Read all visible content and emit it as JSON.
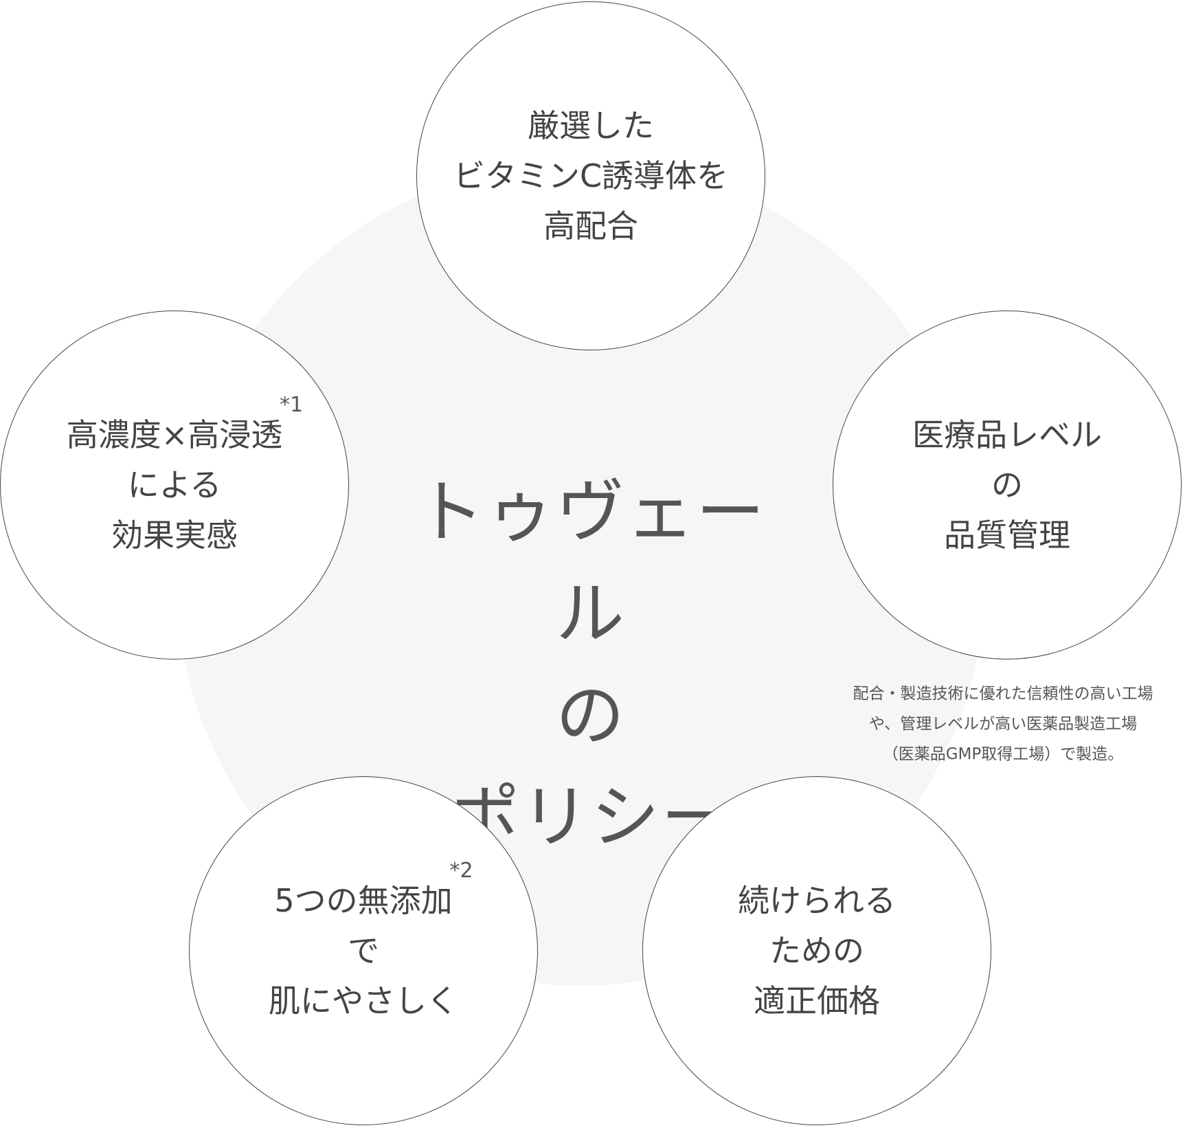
{
  "center": {
    "title_lines": [
      "トゥヴェール",
      "の",
      "ポリシー"
    ]
  },
  "circles": {
    "top": {
      "lines": [
        "厳選した",
        "ビタミンC誘導体を",
        "高配合"
      ]
    },
    "right": {
      "lines": [
        "医療品レベル",
        "の",
        "品質管理"
      ]
    },
    "left": {
      "lines": [
        "高濃度×高浸透",
        "による",
        "効果実感"
      ],
      "note_mark": "*1"
    },
    "bottom_left": {
      "lines": [
        "5つの無添加",
        "で",
        "肌にやさしく"
      ],
      "note_mark": "*2"
    },
    "bottom_right": {
      "lines": [
        "続けられる",
        "ための",
        "適正価格"
      ]
    }
  },
  "footnote": {
    "lines": [
      "配合・製造技術に優れた信頼性の高い工場",
      "や、管理レベルが高い医薬品製造工場",
      "（医薬品GMP取得工場）で製造。"
    ]
  }
}
